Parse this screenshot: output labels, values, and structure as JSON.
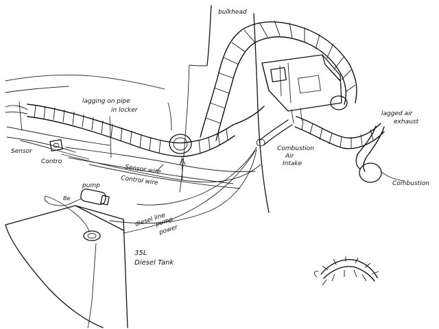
{
  "labels": {
    "bulkhead": "bulkhead",
    "lagging_on_pipe": "lagging on pipe",
    "in_locker": "in locker",
    "sensor": "Sensor",
    "control": "Contro",
    "sensor_wire": "Sensor wire",
    "control_wire": "Control wire",
    "pump": "pump",
    "diesel_line": "diesel line",
    "pump_power": "pump",
    "pump_power_2": "power",
    "combustion": "Combustion",
    "air": "Air",
    "intake": "Intake",
    "lagged_air": "lagged air",
    "exhaust": "exhaust",
    "combustion_exhaust": "Combustion",
    "tank_size": "35L",
    "tank_name": "Diesel Tank",
    "hose_end": "Be"
  }
}
